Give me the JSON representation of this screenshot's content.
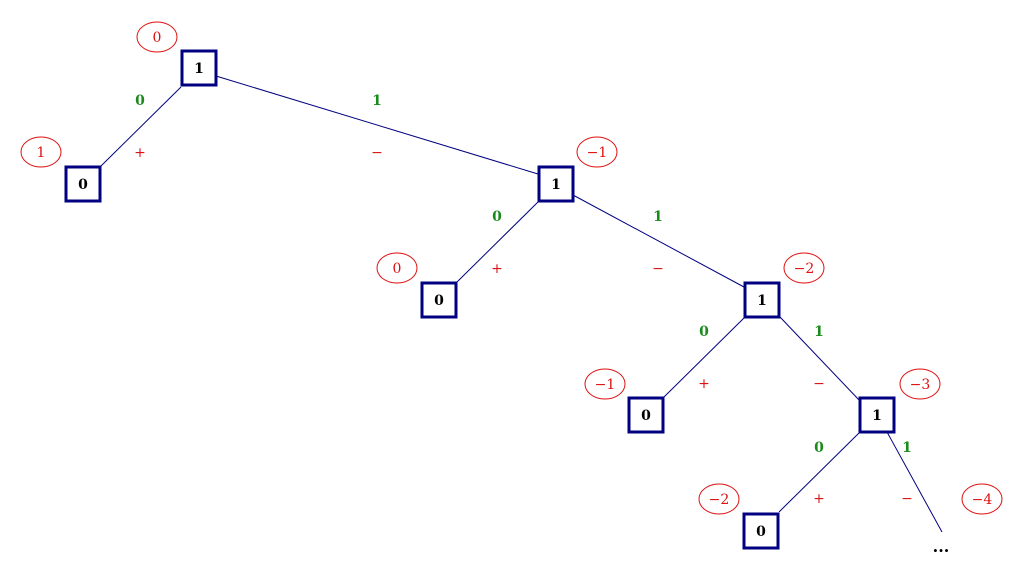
{
  "nodes": [
    {
      "value": "1",
      "tag": "0"
    },
    {
      "value": "0",
      "tag": "1"
    },
    {
      "value": "1",
      "tag": "−1"
    },
    {
      "value": "0",
      "tag": "0"
    },
    {
      "value": "1",
      "tag": "−2"
    },
    {
      "value": "0",
      "tag": "−1"
    },
    {
      "value": "1",
      "tag": "−3"
    },
    {
      "value": "0",
      "tag": "−2"
    }
  ],
  "tail": {
    "text": "...",
    "tag": "−4"
  },
  "edges": [
    {
      "bit": "0",
      "sign": "+"
    },
    {
      "bit": "1",
      "sign": "−"
    },
    {
      "bit": "0",
      "sign": "+"
    },
    {
      "bit": "1",
      "sign": "−"
    },
    {
      "bit": "0",
      "sign": "+"
    },
    {
      "bit": "1",
      "sign": "−"
    },
    {
      "bit": "0",
      "sign": "+"
    },
    {
      "bit": "1",
      "sign": "−"
    }
  ]
}
